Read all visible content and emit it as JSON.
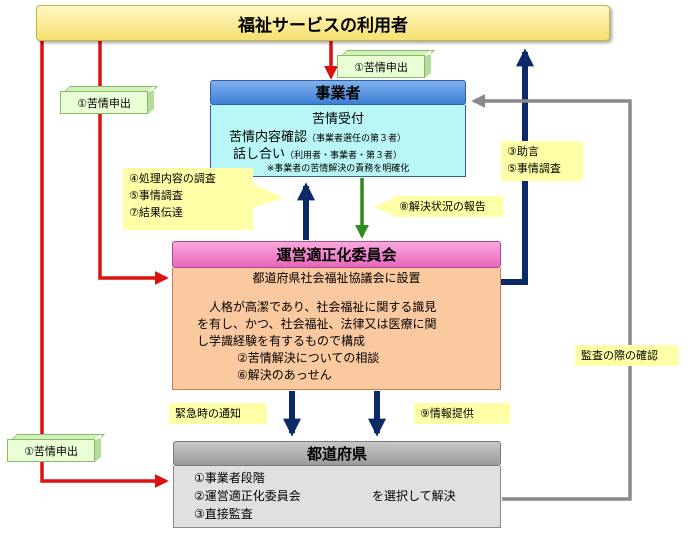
{
  "top_bar": {
    "title": "福祉サービスの利用者"
  },
  "cubes": {
    "top_center": "①苦情申出",
    "left_upper": "①苦情申出",
    "left_lower": "①苦情申出"
  },
  "business": {
    "title": "事業者",
    "line1": "苦情受付",
    "line2_main": "苦情内容確認",
    "line2_small": "（事業者選任の第３者）",
    "line3_main": "話し合い",
    "line3_small": "（利用者・事業者・第３者）",
    "line4": "※事業者の苦情解決の責務を明確化"
  },
  "left_note": {
    "line1": "④処理内容の調査",
    "line2": "⑤事情調査",
    "line3": "⑦結果伝達"
  },
  "report_note": "⑧解決状況の報告",
  "right_note": {
    "line1": "③助言",
    "line2": "⑤事情調査"
  },
  "committee": {
    "title": "運営適正化委員会",
    "line1": "都道府県社会福祉協議会に設置",
    "line2": "人格が高潔であり、社会福祉に関する識見",
    "line3": "を有し、かつ、社会福祉、法律又は医療に関",
    "line4": "し学識経験を有するもので構成",
    "line5": "②苦情解決についての相談",
    "line6": "⑥解決のあっせん"
  },
  "urgent_note": "緊急時の通知",
  "info_note": "⑨情報提供",
  "audit_note": "監査の際の確認",
  "prefecture": {
    "title": "都道府県",
    "item1": "①事業者段階",
    "item2": "②運営適正化委員会",
    "item3": "③直接監査",
    "suffix": "を選択して解決"
  },
  "colors": {
    "red_arrow": "#dd1111",
    "navy_arrow": "#0b2a66",
    "green_arrow": "#2e8b1e",
    "gray_arrow": "#8a8a8a"
  }
}
